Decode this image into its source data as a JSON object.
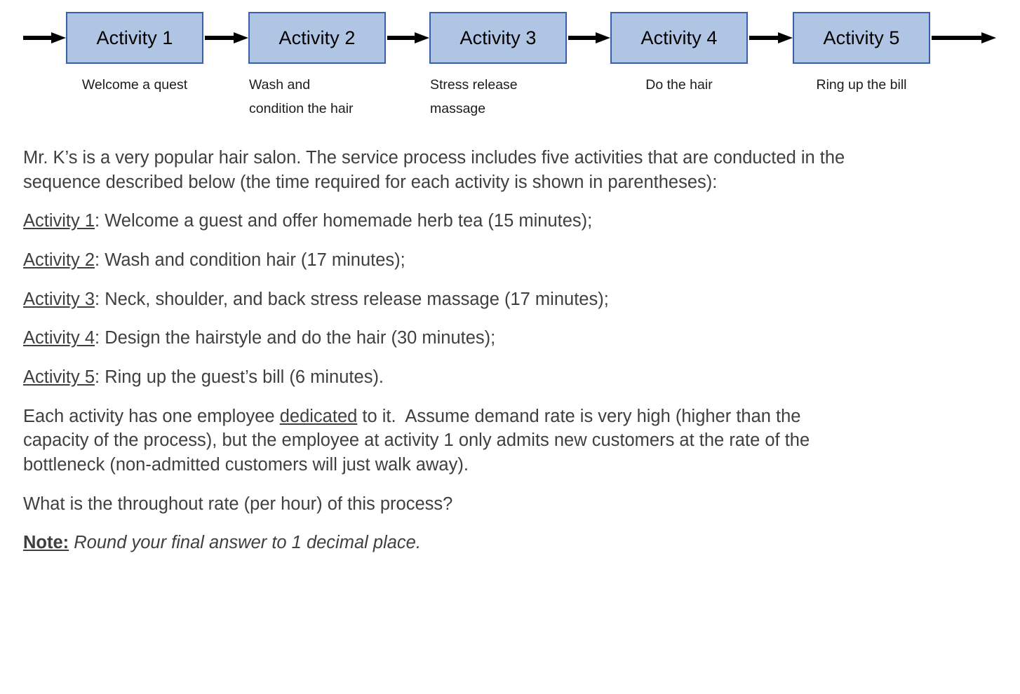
{
  "diagram": {
    "type": "process-flow",
    "nodes": [
      {
        "label": "Activity 1",
        "caption": "Welcome a quest"
      },
      {
        "label": "Activity 2",
        "caption": "Wash and\ncondition the hair"
      },
      {
        "label": "Activity 3",
        "caption": "Stress release\nmassage"
      },
      {
        "label": "Activity 4",
        "caption": "Do the hair"
      },
      {
        "label": "Activity 5",
        "caption": "Ring up the bill"
      }
    ],
    "node_fill_color": "#b0c4e3",
    "node_border_color": "#3a5fa8",
    "arrow_color": "#000000"
  },
  "question": {
    "intro": "Mr. K’s is a very popular hair salon. The service process includes five activities that are conducted in the sequence described below (the time required for each activity is shown in parentheses):",
    "activities": [
      {
        "name": "Activity 1",
        "description": ": Welcome a guest and offer homemade herb tea (15 minutes);"
      },
      {
        "name": "Activity 2",
        "description": ": Wash and condition hair (17 minutes);"
      },
      {
        "name": "Activity 3",
        "description": ": Neck, shoulder, and back stress release massage (17 minutes);"
      },
      {
        "name": "Activity 4",
        "description": ": Design the hairstyle and do the hair (30 minutes);"
      },
      {
        "name": "Activity 5",
        "description": ": Ring up the guest’s bill (6 minutes)."
      }
    ],
    "assumption_part1": "Each activity has one employee ",
    "assumption_underlined": "dedicated",
    "assumption_part2": " to it.  Assume demand rate is very high (higher than the capacity of the process), but the employee at activity 1 only admits new customers at the rate of the bottleneck (non-admitted customers will just walk away).",
    "prompt": "What is the throughout rate (per hour) of this process?",
    "note_label": "Note:",
    "note_text": " Round your final answer to 1 decimal place."
  }
}
